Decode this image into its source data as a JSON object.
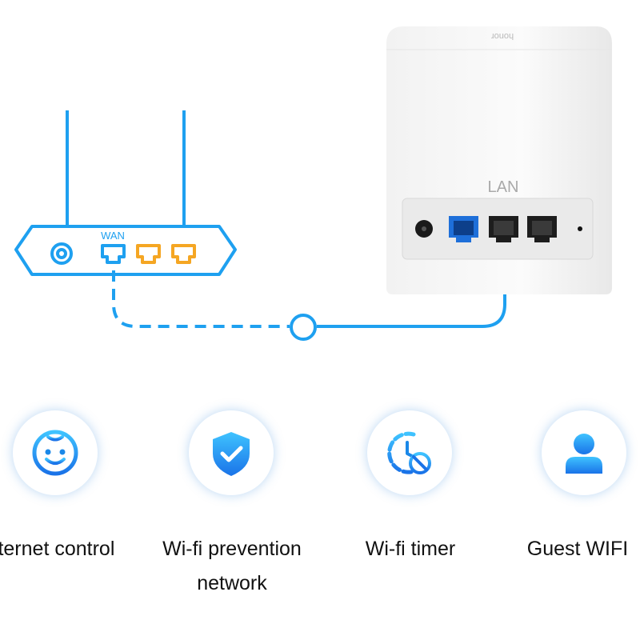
{
  "colors": {
    "accent_blue": "#1ea0f0",
    "port_orange": "#f5a623",
    "device_white": "#f7f7f7",
    "lan_port_blue": "#1e6fd9"
  },
  "router": {
    "wan_label": "WAN"
  },
  "mesh_device": {
    "lan_label": "LAN",
    "brand_mark": "honor"
  },
  "features": [
    {
      "icon": "smiley-face-icon",
      "label": "Internet control"
    },
    {
      "icon": "shield-check-icon",
      "label": "Wi-fi prevention network"
    },
    {
      "icon": "timer-block-icon",
      "label": "Wi-fi timer"
    },
    {
      "icon": "guest-user-icon",
      "label": "Guest WIFI"
    }
  ]
}
